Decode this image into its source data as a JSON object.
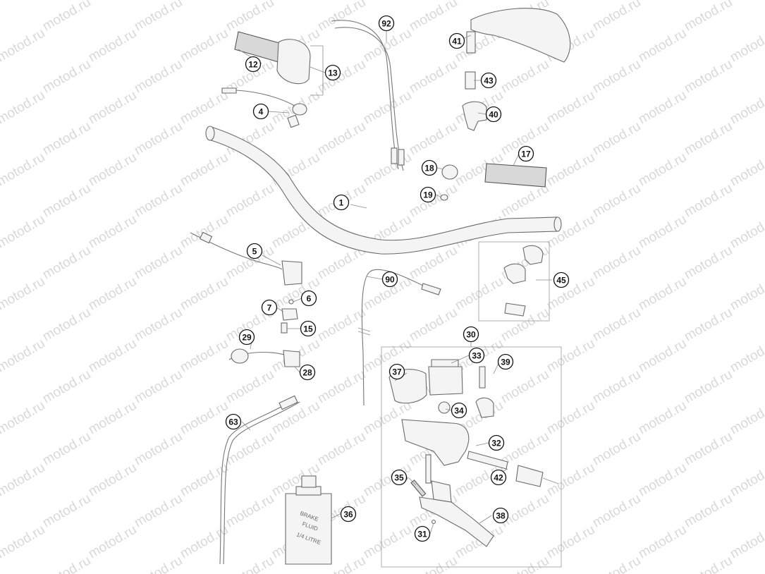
{
  "watermark": "motod.ru",
  "callouts": [
    "1",
    "4",
    "5",
    "6",
    "7",
    "12",
    "13",
    "15",
    "17",
    "18",
    "19",
    "28",
    "29",
    "30",
    "31",
    "32",
    "33",
    "34",
    "35",
    "36",
    "37",
    "38",
    "39",
    "40",
    "41",
    "42",
    "43",
    "45",
    "63",
    "90",
    "92"
  ],
  "bottle_label": [
    "BRAKE",
    "FLUID",
    "1/4 LITRE"
  ]
}
